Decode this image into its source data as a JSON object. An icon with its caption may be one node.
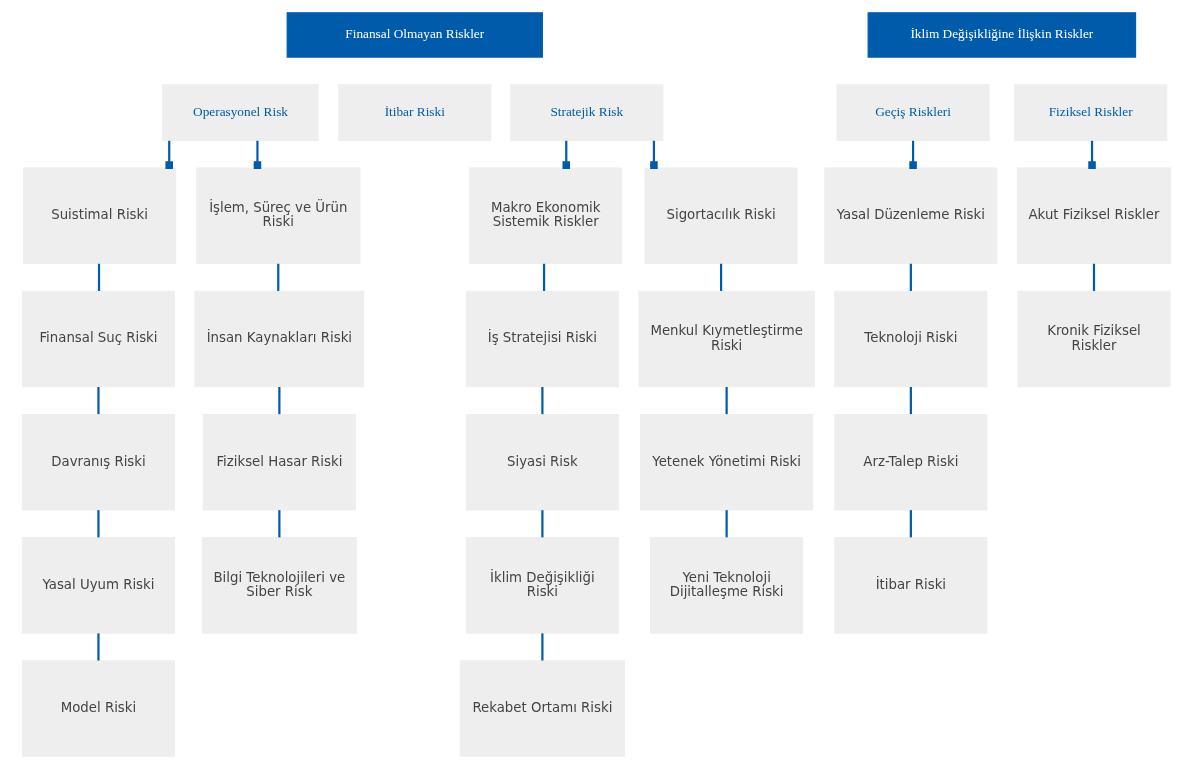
{
  "diagram": {
    "nodes": [
      {
        "text": [
          "Finansal Olmayan Riskler"
        ]
      },
      {
        "text": [
          "İklim Değişikliğine İlişkin Riskler"
        ]
      },
      {
        "text": [
          "Operasyonel Risk"
        ]
      },
      {
        "text": [
          "İtibar Riski"
        ]
      },
      {
        "text": [
          "Stratejik Risk"
        ]
      },
      {
        "text": [
          "Geçiş Riskleri"
        ]
      },
      {
        "text": [
          "Fiziksel Riskler"
        ]
      },
      {
        "text": [
          "Suistimal Riski"
        ]
      },
      {
        "text": [
          "Finansal Suç Riski"
        ]
      },
      {
        "text": [
          "Davranış Riski"
        ]
      },
      {
        "text": [
          "Yasal Uyum Riski"
        ]
      },
      {
        "text": [
          "Model Riski"
        ]
      },
      {
        "text": [
          "İşlem, Süreç ve Ürün Riski"
        ]
      },
      {
        "text": [
          "İnsan Kaynakları Riski"
        ]
      },
      {
        "text": [
          "Fiziksel Hasar Riski"
        ]
      },
      {
        "text": [
          "Bilgi Teknolojileri ve Siber Risk"
        ]
      },
      {
        "text": [
          "Makro Ekonomik Sistemik Riskler"
        ]
      },
      {
        "text": [
          "İş Stratejisi Riski"
        ]
      },
      {
        "text": [
          "Siyasi Risk"
        ]
      },
      {
        "text": [
          "İklim Değişikliği Riski"
        ]
      },
      {
        "text": [
          "Rekabet Ortamı Riski"
        ]
      },
      {
        "text": [
          "Sigortacılık Riski"
        ]
      },
      {
        "text": [
          "Menkul Kıymetleştirme Riski"
        ]
      },
      {
        "text": [
          "Yetenek Yönetimi Riski"
        ]
      },
      {
        "text": [
          "Yeni Teknoloji Dijitalleşme Riski"
        ]
      },
      {
        "text": [
          "Yasal Düzenleme Riski"
        ]
      },
      {
        "text": [
          "Teknoloji Riski"
        ]
      },
      {
        "text": [
          "Arz-Talep Riski"
        ]
      },
      {
        "text": [
          "İtibar Riski"
        ]
      },
      {
        "text": [
          "Akut Fiziksel Riskler"
        ]
      },
      {
        "text": [
          "Kronik Fiziksel Riskler"
        ]
      }
    ],
    "edges": [
      {
        "from": 2,
        "to": 7,
        "arrow": "other"
      },
      {
        "from": 2,
        "to": 12,
        "arrow": "other"
      },
      {
        "from": 7,
        "to": 8,
        "arrow": "none"
      },
      {
        "from": 8,
        "to": 9,
        "arrow": "none"
      },
      {
        "from": 9,
        "to": 10,
        "arrow": "none"
      },
      {
        "from": 10,
        "to": 11,
        "arrow": "none"
      },
      {
        "from": 12,
        "to": 13,
        "arrow": "none"
      },
      {
        "from": 13,
        "to": 14,
        "arrow": "none"
      },
      {
        "from": 14,
        "to": 15,
        "arrow": "none"
      },
      {
        "from": 4,
        "to": 16,
        "arrow": "other"
      },
      {
        "from": 4,
        "to": 21,
        "arrow": "other"
      },
      {
        "from": 16,
        "to": 17,
        "arrow": "none"
      },
      {
        "from": 17,
        "to": 18,
        "arrow": "none"
      },
      {
        "from": 18,
        "to": 19,
        "arrow": "none"
      },
      {
        "from": 19,
        "to": 20,
        "arrow": "none"
      },
      {
        "from": 21,
        "to": 22,
        "arrow": "none"
      },
      {
        "from": 22,
        "to": 23,
        "arrow": "none"
      },
      {
        "from": 23,
        "to": 24,
        "arrow": "none"
      },
      {
        "from": 5,
        "to": 25,
        "arrow": "other"
      },
      {
        "from": 25,
        "to": 26,
        "arrow": "none"
      },
      {
        "from": 26,
        "to": 27,
        "arrow": "none"
      },
      {
        "from": 27,
        "to": 28,
        "arrow": "none"
      },
      {
        "from": 6,
        "to": 29,
        "arrow": "other"
      },
      {
        "from": 29,
        "to": 30,
        "arrow": "none"
      }
    ]
  }
}
